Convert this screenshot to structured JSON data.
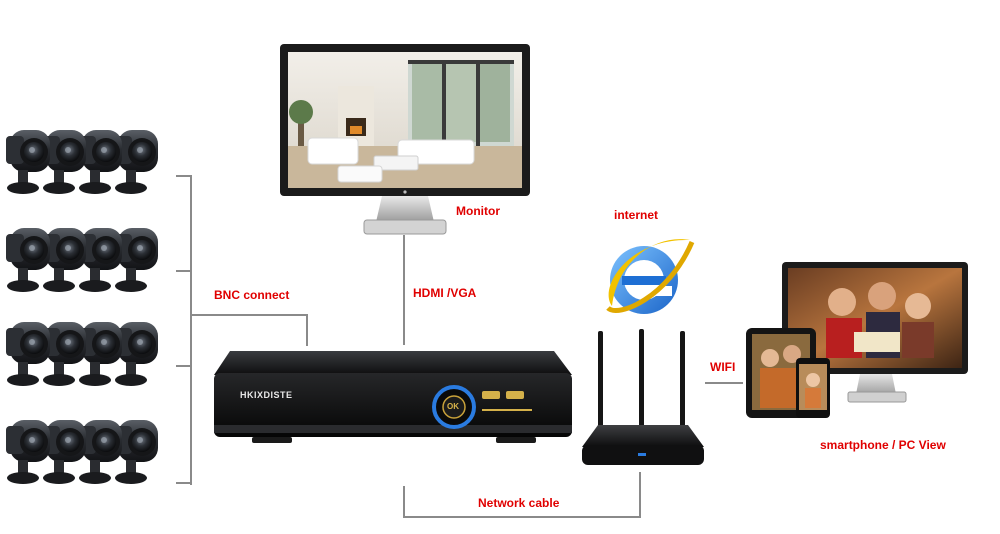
{
  "labels": {
    "monitor": "Monitor",
    "internet": "internet",
    "bnc": "BNC connect",
    "hdmi": "HDMI /VGA",
    "wifi": "WIFI",
    "network": "Network cable",
    "view": "smartphone / PC View"
  },
  "dvr": {
    "brand": "HKIXDISTE",
    "ok": "OK"
  },
  "colors": {
    "label": "#e00000",
    "wire": "#8a8a8a",
    "device_black": "#141414",
    "accent_blue": "#2a7be0"
  },
  "cameras": {
    "rows": 4,
    "per_row": 4
  }
}
